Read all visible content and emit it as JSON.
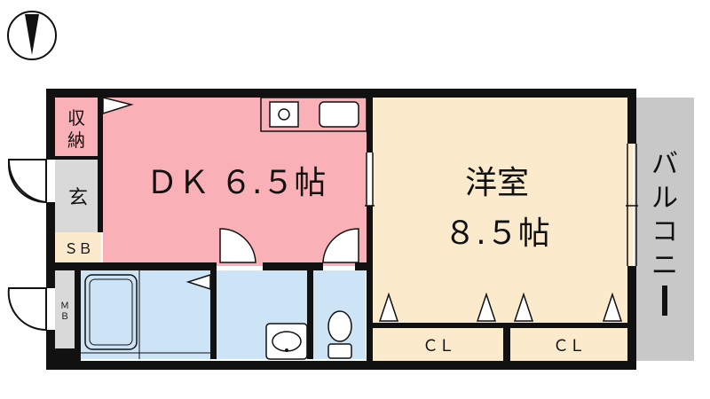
{
  "rooms": {
    "dk": {
      "label": "ＤＫ ６.５帖",
      "color": "#f9b0b6"
    },
    "western": {
      "label_line1": "洋室",
      "label_line2": "８.５帖",
      "color": "#fbebcc"
    },
    "balcony": {
      "label_chars": [
        "バ",
        "ル",
        "コ",
        "ニ",
        "ー"
      ],
      "color": "#c8c8c8"
    },
    "storage": {
      "label_chars": [
        "収",
        "納"
      ]
    },
    "entrance": {
      "label": "玄"
    },
    "shoe_box": {
      "label": "ＳＢ"
    },
    "meter_box": {
      "label_chars": [
        "Ｍ",
        "Ｂ"
      ]
    },
    "closet_left": {
      "label": "ＣＬ"
    },
    "closet_right": {
      "label": "ＣＬ"
    },
    "wet_area": {
      "color": "#cde3f6"
    }
  },
  "colors": {
    "wall": "#111111",
    "gray_area": "#d9d9d9",
    "fixture_fill": "#ffffff"
  },
  "icons": [
    "north-arrow-icon",
    "stove-icon",
    "sink-icon",
    "bathtub-icon",
    "washbasin-icon",
    "toilet-icon",
    "door-swing-icon"
  ]
}
